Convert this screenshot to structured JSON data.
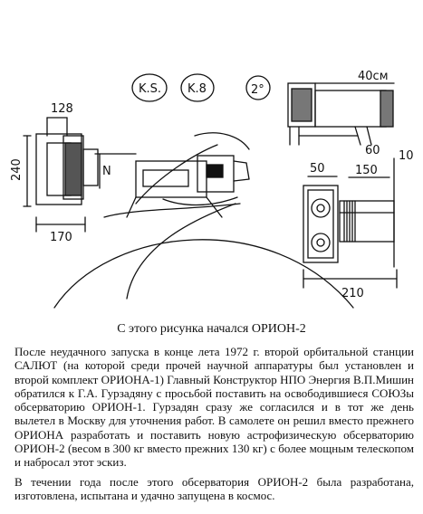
{
  "sketch": {
    "labels": {
      "ks": "K.S.",
      "k8": "K.8",
      "two": "2°",
      "dim_128": "128",
      "dim_240": "240",
      "dim_170": "170",
      "dim_40": "40см",
      "dim_60": "60",
      "dim_50": "50",
      "dim_150": "150",
      "dim_10": "10",
      "dim_210": "210",
      "n_mark": "N"
    }
  },
  "caption": "С этого рисунка начался  ОРИОН-2",
  "paragraphs": [
    "После неудачного запуска в конце лета 1972 г. второй орбитальной станции САЛЮТ (на которой среди прочей научной аппаратуры был установлен и второй комплект ОРИОНА-1) Главный Конструктор НПО Энергия В.П.Мишин обратился к Г.А. Гурзадяну с просьбой поставить на освободившиеся СОЮЗы обсерваторию ОРИОН-1. Гурзадян сразу же согласился и в тот же день вылетел в Москву для уточнения работ. В самолете он решил вместо прежнего ОРИОНА разработать и поставить новую астрофизическую обсерваторию ОРИОН-2 (весом в 300 кг вместо прежних 130 кг) с более мощным телескопом и набросал этот эскиз.",
    "В течении года после этого обсерватория ОРИОН-2 была разработана, изготовлена, испытана и удачно запущена в космос."
  ]
}
